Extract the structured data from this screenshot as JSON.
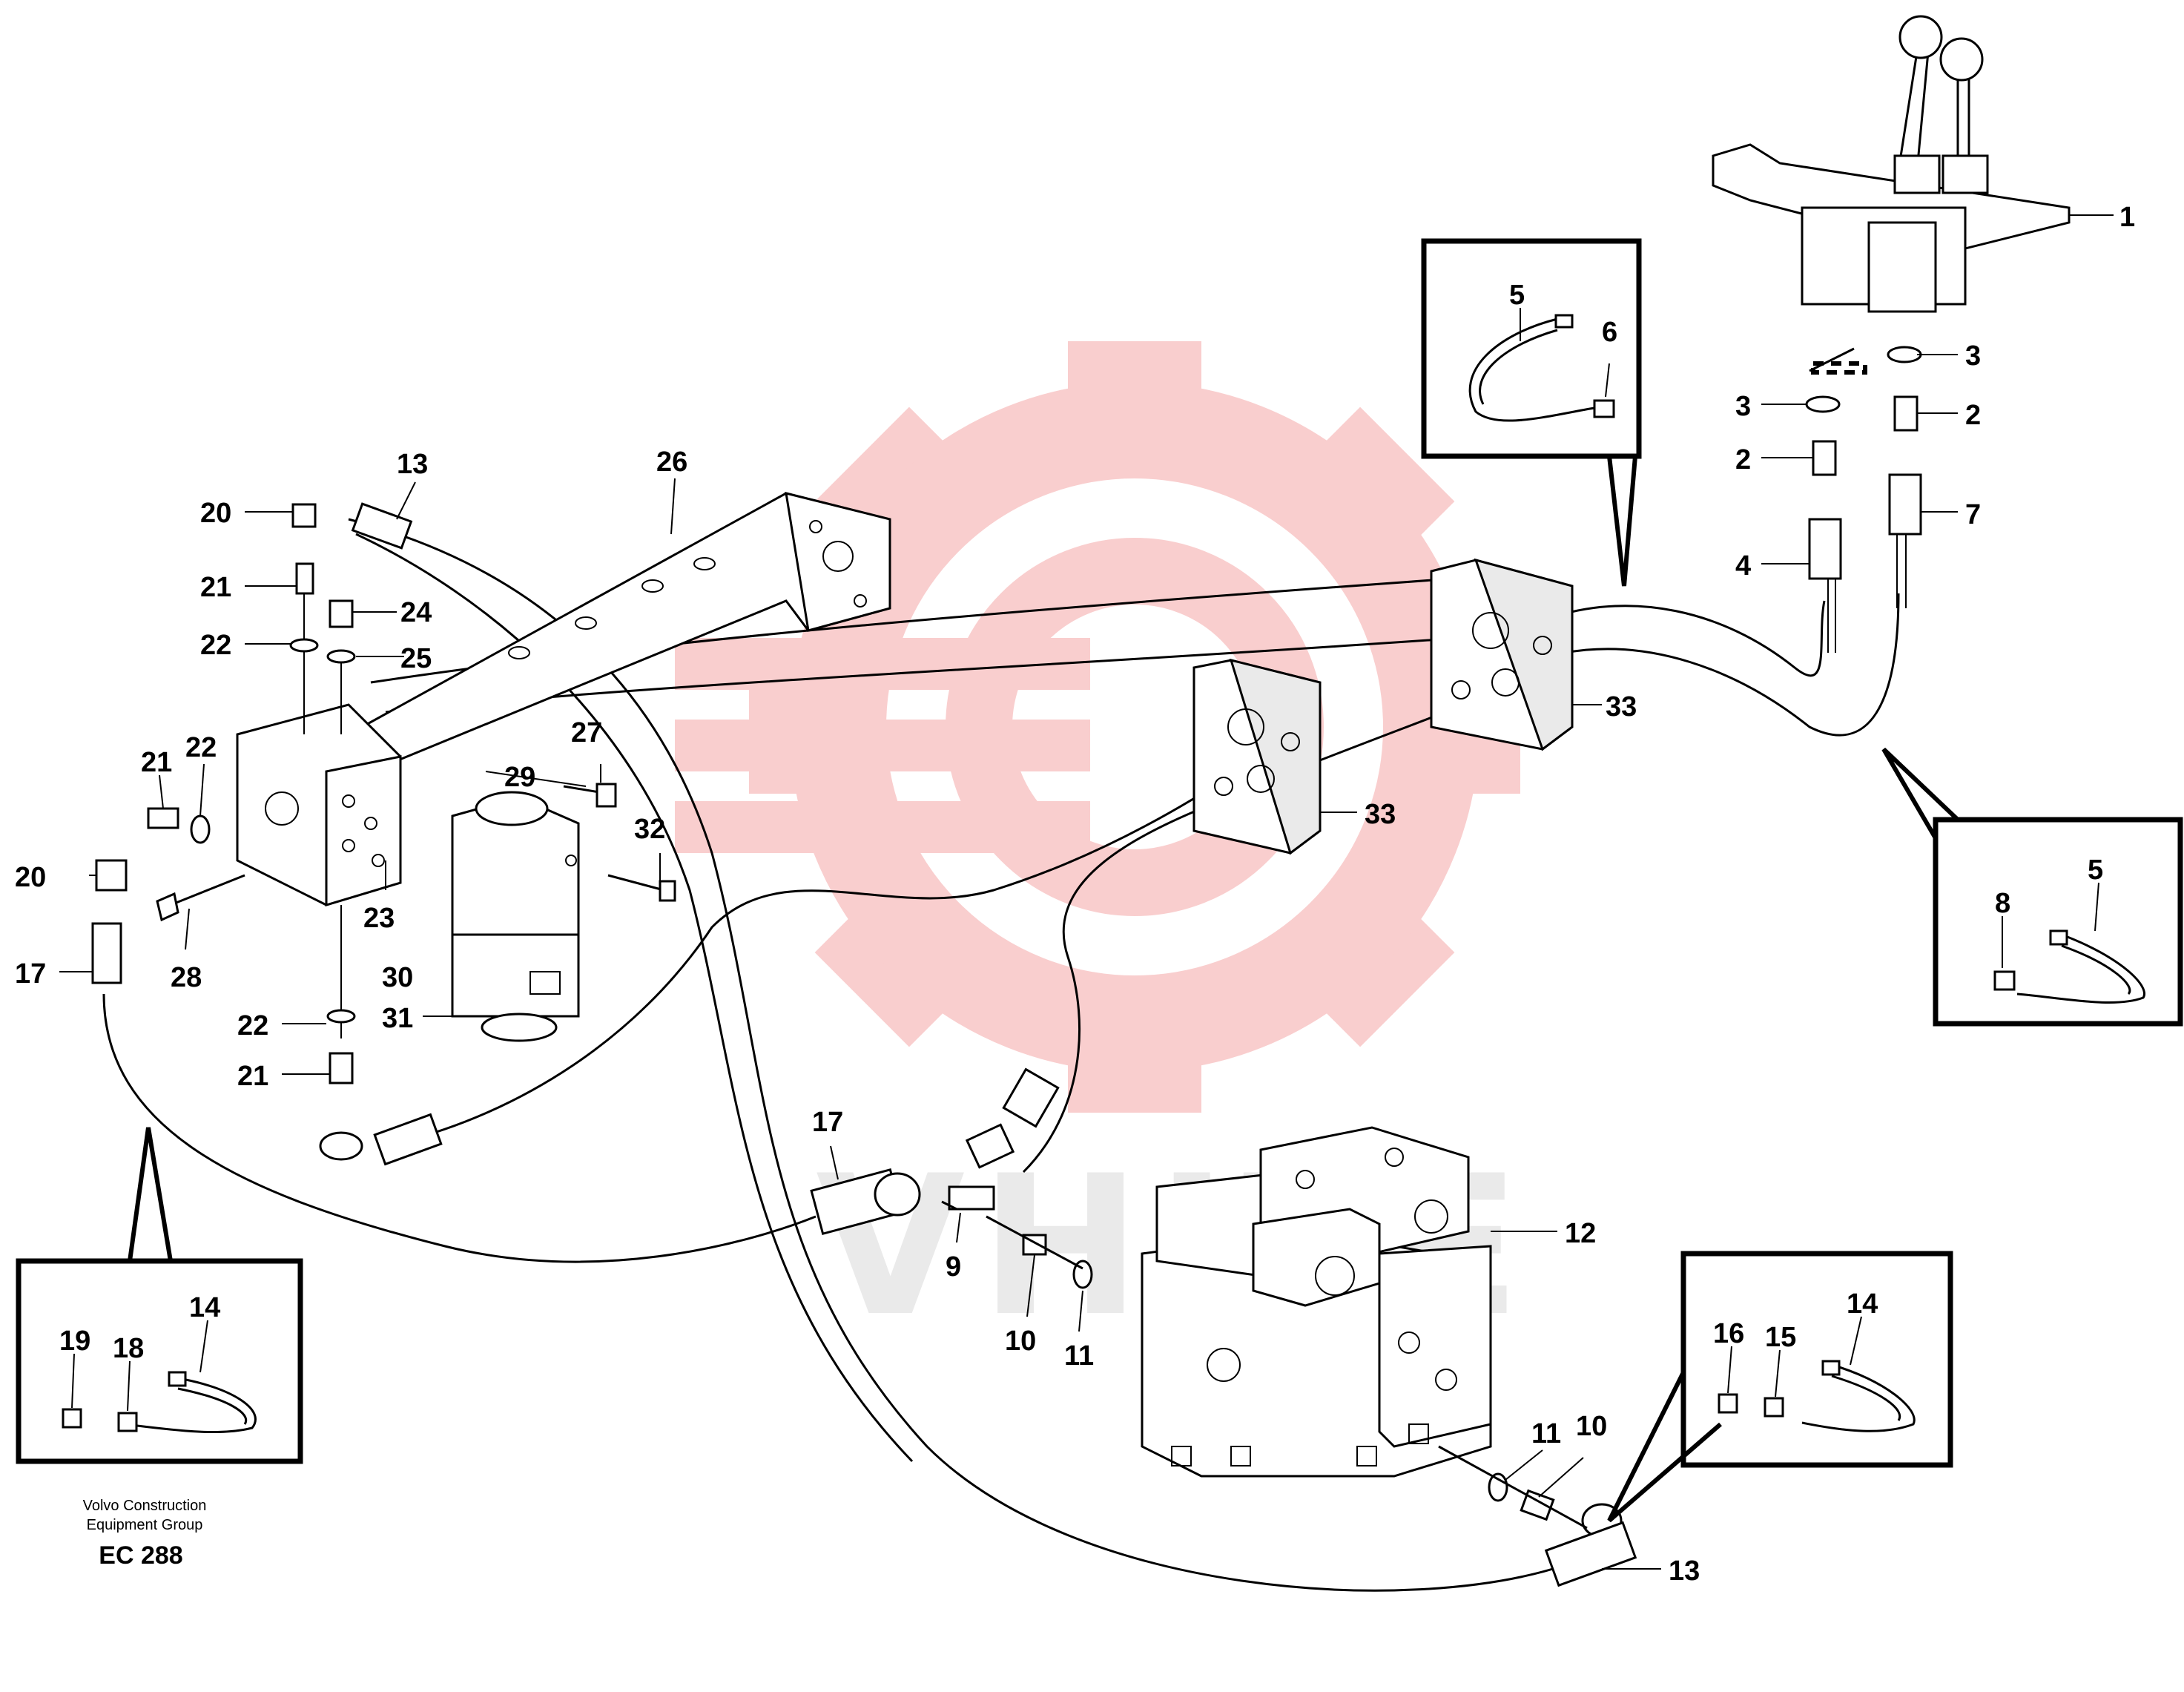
{
  "watermark": {
    "text": "VHITE",
    "color": "#f5b5b5"
  },
  "footer": {
    "org_line_1": "Volvo Construction",
    "org_line_2": "Equipment Group",
    "code": "EC 288"
  },
  "callouts": {
    "c1": "1",
    "c3a": "3",
    "c3b": "3",
    "c2a": "2",
    "c2b": "2",
    "c4": "4",
    "c7": "7",
    "c13a": "13",
    "c13b": "13",
    "c26": "26",
    "c20a": "20",
    "c20b": "20",
    "c21a": "21",
    "c21b": "21",
    "c21c": "21",
    "c22a": "22",
    "c22b": "22",
    "c22c": "22",
    "c24": "24",
    "c25": "25",
    "c27": "27",
    "c28": "28",
    "c29": "29",
    "c23": "23",
    "c30": "30",
    "c31": "31",
    "c32": "32",
    "c17a": "17",
    "c17b": "17",
    "c33a": "33",
    "c33b": "33",
    "c9": "9",
    "c10a": "10",
    "c10b": "10",
    "c11a": "11",
    "c11b": "11",
    "c12": "12"
  },
  "insets": {
    "top": {
      "a": "5",
      "b": "6"
    },
    "right": {
      "a": "8",
      "b": "5"
    },
    "left": {
      "a": "19",
      "b": "18",
      "c": "14"
    },
    "bottom_right": {
      "a": "16",
      "b": "15",
      "c": "14"
    }
  }
}
